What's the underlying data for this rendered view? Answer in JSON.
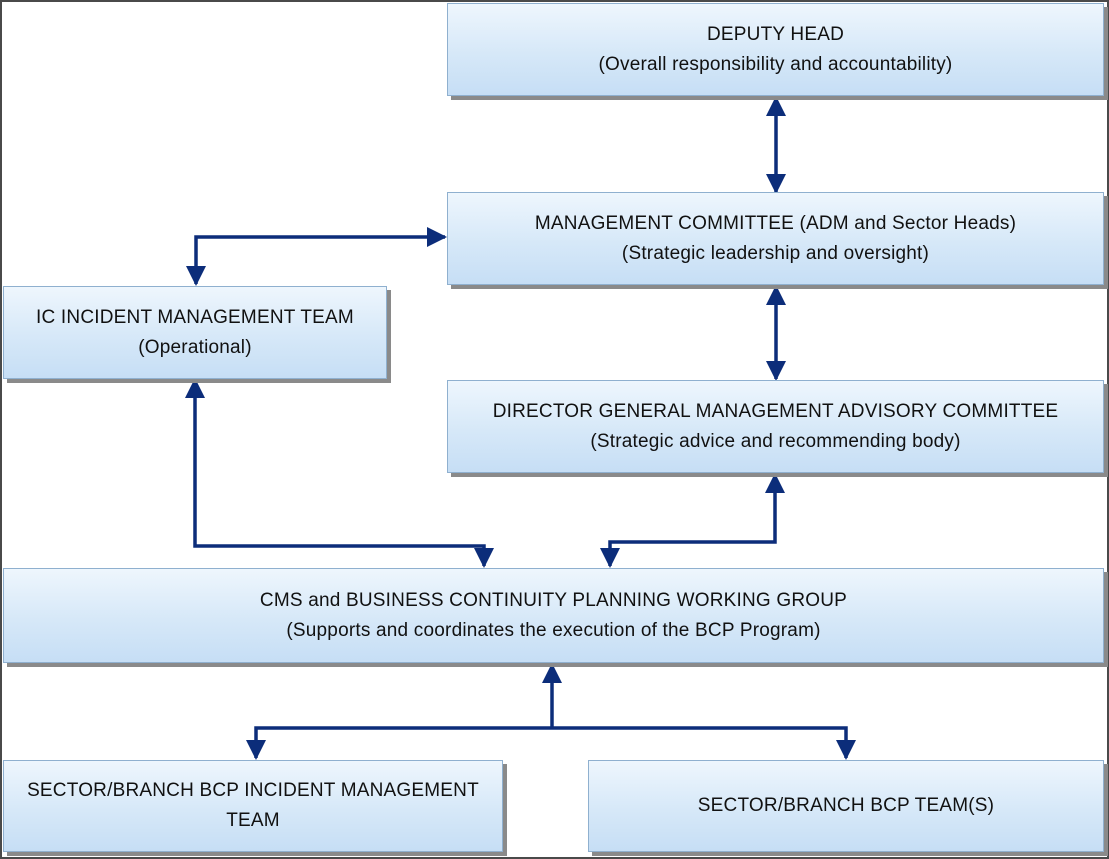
{
  "diagram": {
    "nodes": {
      "deputy_head": {
        "title": "DEPUTY HEAD",
        "subtitle": "(Overall responsibility and accountability)"
      },
      "management_committee": {
        "title": "MANAGEMENT COMMITTEE (ADM and Sector Heads)",
        "subtitle": "(Strategic leadership and oversight)"
      },
      "ic_incident_team": {
        "title": "IC INCIDENT MANAGEMENT TEAM",
        "subtitle": "(Operational)"
      },
      "dg_advisory_committee": {
        "title": "DIRECTOR GENERAL MANAGEMENT ADVISORY COMMITTEE",
        "subtitle": "(Strategic advice and recommending body)"
      },
      "cms_bcp_working_group": {
        "title": "CMS and BUSINESS CONTINUITY PLANNING WORKING GROUP",
        "subtitle": "(Supports and coordinates the execution of the BCP Program)"
      },
      "sector_incident_team": {
        "title": "SECTOR/BRANCH BCP INCIDENT MANAGEMENT",
        "subtitle": "TEAM"
      },
      "sector_bcp_teams": {
        "title": "SECTOR/BRANCH BCP TEAM(S)"
      }
    },
    "connector_color": "#0c2d7a",
    "box_fill": "#d6e8f8"
  }
}
